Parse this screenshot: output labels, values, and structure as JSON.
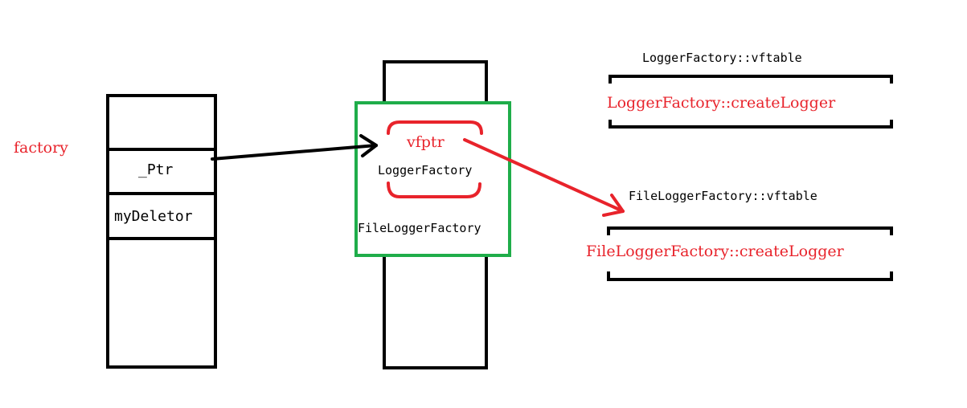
{
  "colors": {
    "outline": "#000000",
    "highlight_red": "#e8232b",
    "highlight_green": "#1fad4a"
  },
  "stack": {
    "variable_name": "factory",
    "fields": [
      "_Ptr",
      "myDeletor"
    ]
  },
  "heap_object": {
    "vfptr": "vfptr",
    "base_class": "LoggerFactory",
    "derived_class": "FileLoggerFactory"
  },
  "vftables": [
    {
      "title": "LoggerFactory::vftable",
      "entry": "LoggerFactory::createLogger"
    },
    {
      "title": "FileLoggerFactory::vftable",
      "entry": "FileLoggerFactory::createLogger"
    }
  ]
}
